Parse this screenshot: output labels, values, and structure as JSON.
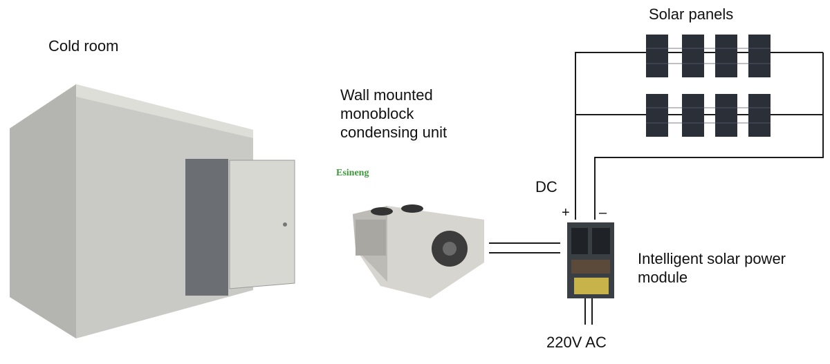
{
  "labels": {
    "cold_room": "Cold room",
    "condensing_unit": "Wall mounted\nmonoblock\ncondensing unit",
    "brand": "Esineng",
    "solar_panels": "Solar panels",
    "dc": "DC",
    "plus": "+",
    "minus": "–",
    "power_module": "Intelligent solar power\nmodule",
    "ac": "220V AC"
  },
  "colors": {
    "brand": "#3a9a3a",
    "wire": "#1a1a1a",
    "panel": "#2b2f38",
    "room": "#c9c9c5"
  },
  "components": {
    "solar_panel_rows": 2,
    "panels_per_row": 4
  }
}
